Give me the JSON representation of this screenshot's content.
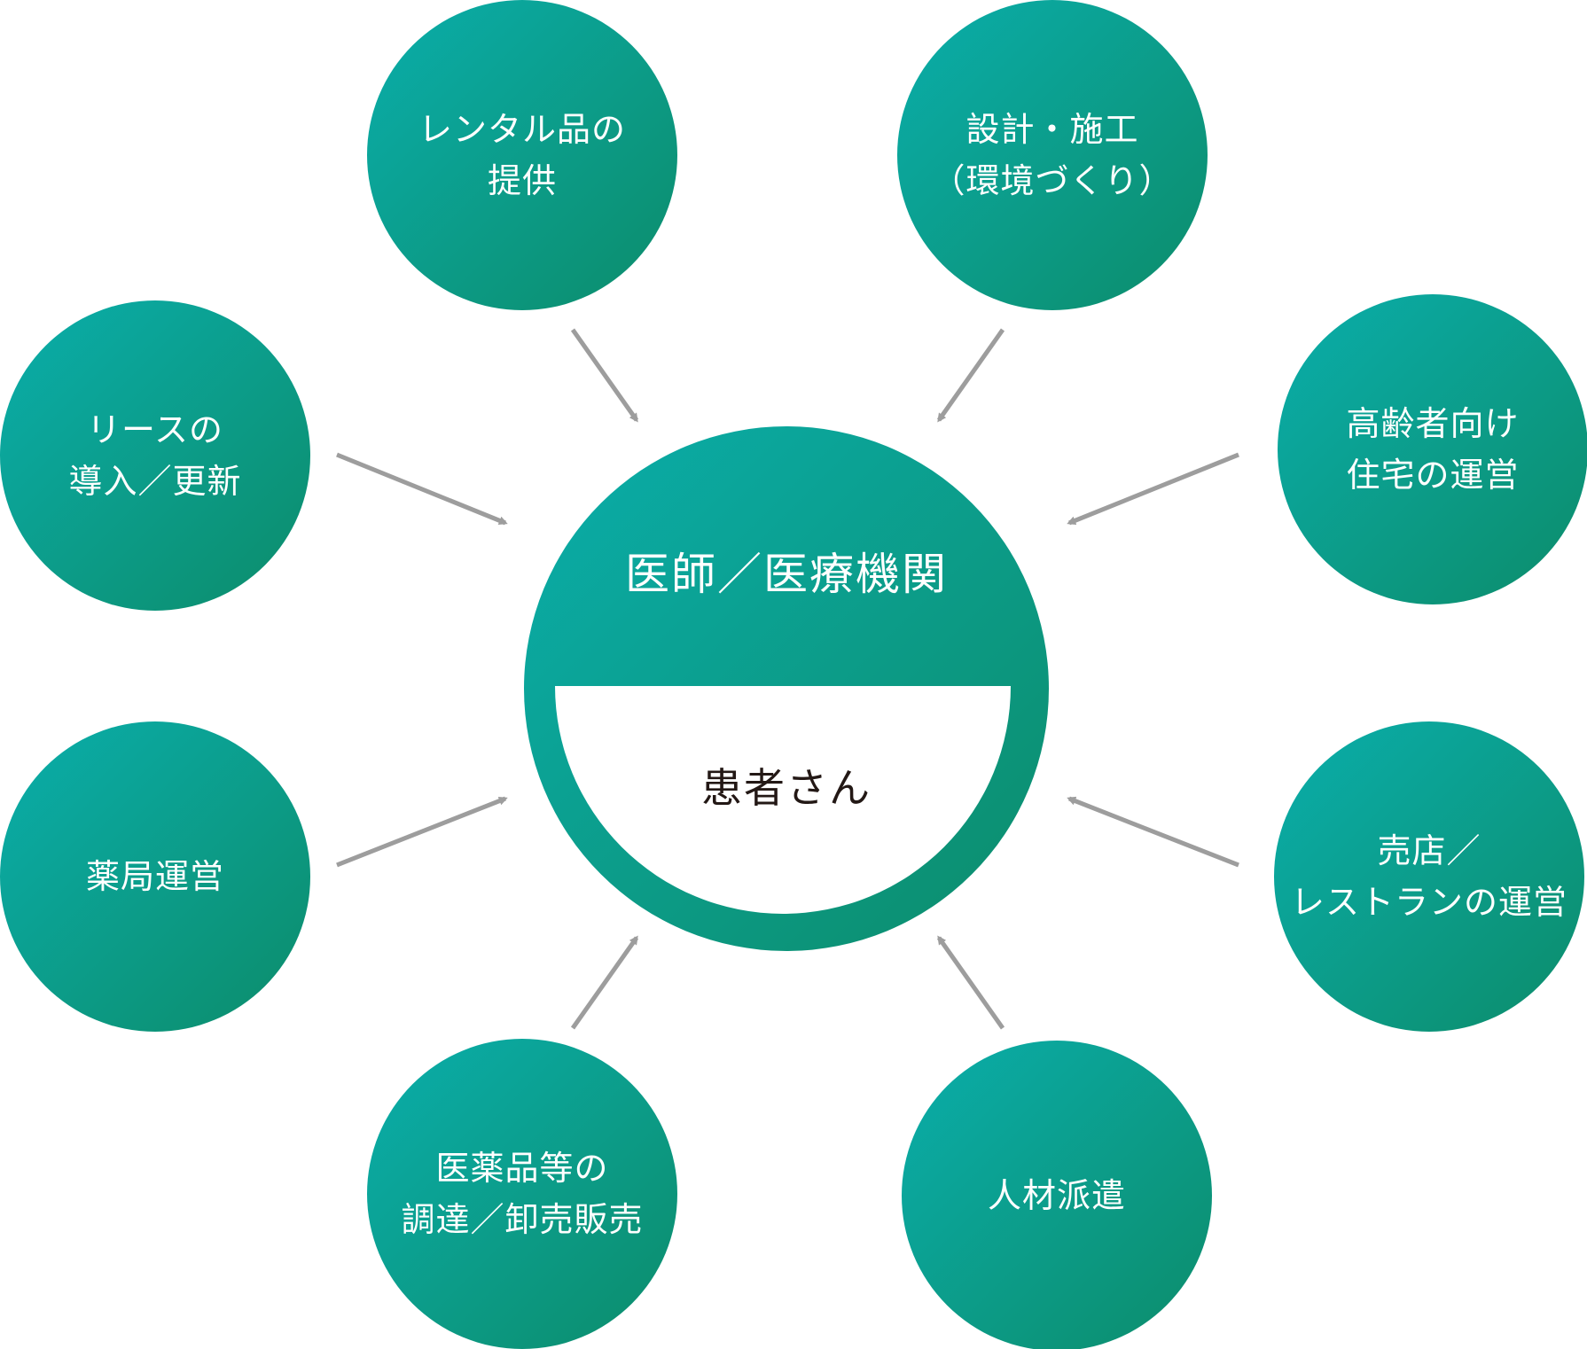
{
  "colors": {
    "gradient_start": "#0aaeab",
    "gradient_end": "#0d8c6a",
    "arrow": "#9d9d9d",
    "center_text_dark": "#231815"
  },
  "center": {
    "title": "医師／医療機関",
    "subtitle": "患者さん"
  },
  "services": [
    {
      "id": "rental",
      "lines": [
        "レンタル品の",
        "提供"
      ]
    },
    {
      "id": "design",
      "lines": [
        "設計・施工",
        "（環境づくり）"
      ]
    },
    {
      "id": "housing",
      "lines": [
        "高齢者向け",
        "住宅の運営"
      ]
    },
    {
      "id": "shop",
      "lines": [
        "売店／",
        "レストランの運営"
      ]
    },
    {
      "id": "staffing",
      "lines": [
        "人材派遣"
      ]
    },
    {
      "id": "pharma",
      "lines": [
        "医薬品等の",
        "調達／卸売販売"
      ]
    },
    {
      "id": "pharmacy",
      "lines": [
        "薬局運営"
      ]
    },
    {
      "id": "lease",
      "lines": [
        "リースの",
        "導入／更新"
      ]
    }
  ]
}
